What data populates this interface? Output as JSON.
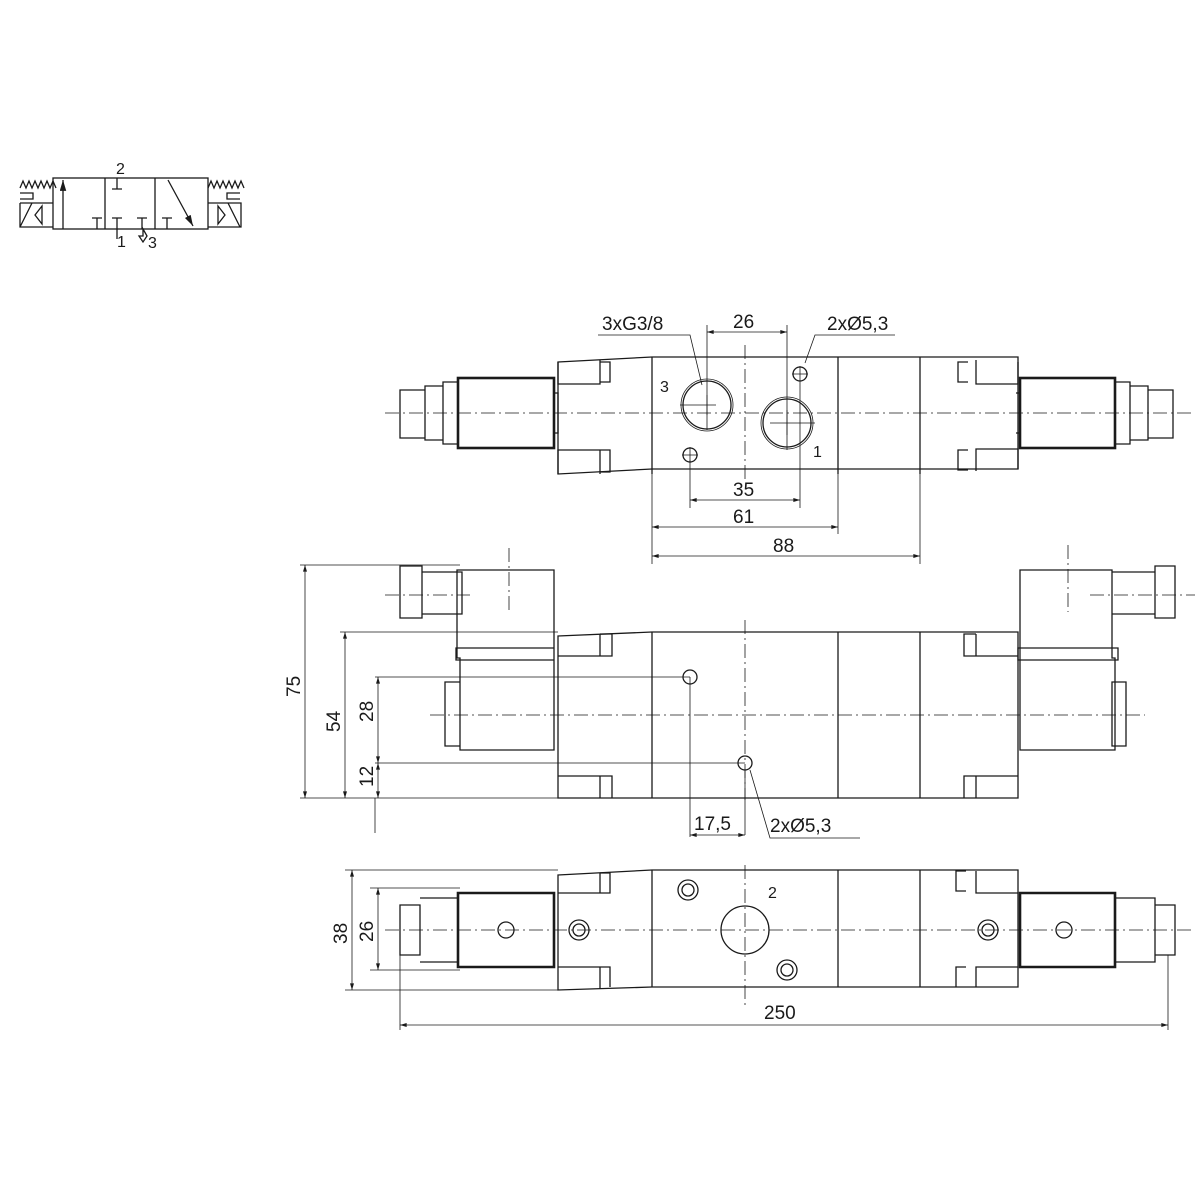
{
  "symbol": {
    "port_2": "2",
    "port_1": "1",
    "port_3": "3"
  },
  "top_view": {
    "thread_label": "3xG3/8",
    "dim_26": "26",
    "hole_label": "2xØ5,3",
    "port_3": "3",
    "port_1": "1",
    "dim_35": "35",
    "dim_61": "61",
    "dim_88": "88"
  },
  "front_view": {
    "dim_75": "75",
    "dim_54": "54",
    "dim_28": "28",
    "dim_12": "12",
    "dim_17_5": "17,5",
    "hole_label": "2xØ5,3"
  },
  "bottom_view": {
    "port_2": "2",
    "dim_38": "38",
    "dim_26": "26",
    "dim_250": "250"
  }
}
